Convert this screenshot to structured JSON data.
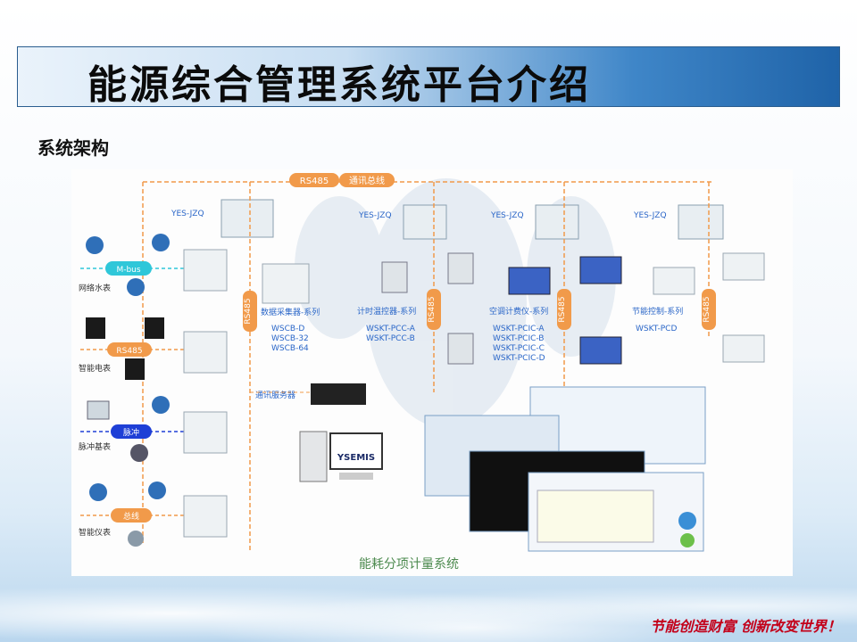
{
  "slide": {
    "title": "能源综合管理系统平台介绍",
    "subtitle": "系统架构",
    "slogan": "节能创造财富 创新改变世界！"
  },
  "diagram": {
    "bus_top": {
      "rs485": "RS485",
      "comm_bus": "通讯总线"
    },
    "controllers": [
      "YES-JZQ",
      "YES-JZQ",
      "YES-JZQ",
      "YES-JZQ"
    ],
    "vertical_rs485": "RS485",
    "meters": {
      "water": {
        "bus": "M-bus",
        "label": "网络水表"
      },
      "power": {
        "bus": "RS485",
        "label": "智能电表"
      },
      "pulse": {
        "bus": "脉冲",
        "label": "脉冲基表"
      },
      "instrument": {
        "bus": "总线",
        "label": "智能仪表"
      }
    },
    "collector": {
      "title": "数据采集器-系列",
      "models": [
        "WSCB-D",
        "WSCB-32",
        "WSCB-64"
      ]
    },
    "thermostat": {
      "title": "计时温控器-系列",
      "models": [
        "WSKT-PCC-A",
        "WSKT-PCC-B"
      ]
    },
    "ac_meter": {
      "title": "空调计费仪-系列",
      "models": [
        "WSKT-PCIC-A",
        "WSKT-PCIC-B",
        "WSKT-PCIC-C",
        "WSKT-PCIC-D"
      ]
    },
    "energy_ctrl": {
      "title": "节能控制-系列",
      "models": [
        "WSKT-PCD"
      ]
    },
    "comm_server": "通讯服务器",
    "monitor_logo": "YSEMIS",
    "footer": "能耗分项计量系统"
  },
  "colors": {
    "bus_orange": "#f19a4a",
    "mbus_cyan": "#2fc7d9",
    "pulse_blue": "#1e3fd6",
    "slogan_red": "#c3001a"
  }
}
